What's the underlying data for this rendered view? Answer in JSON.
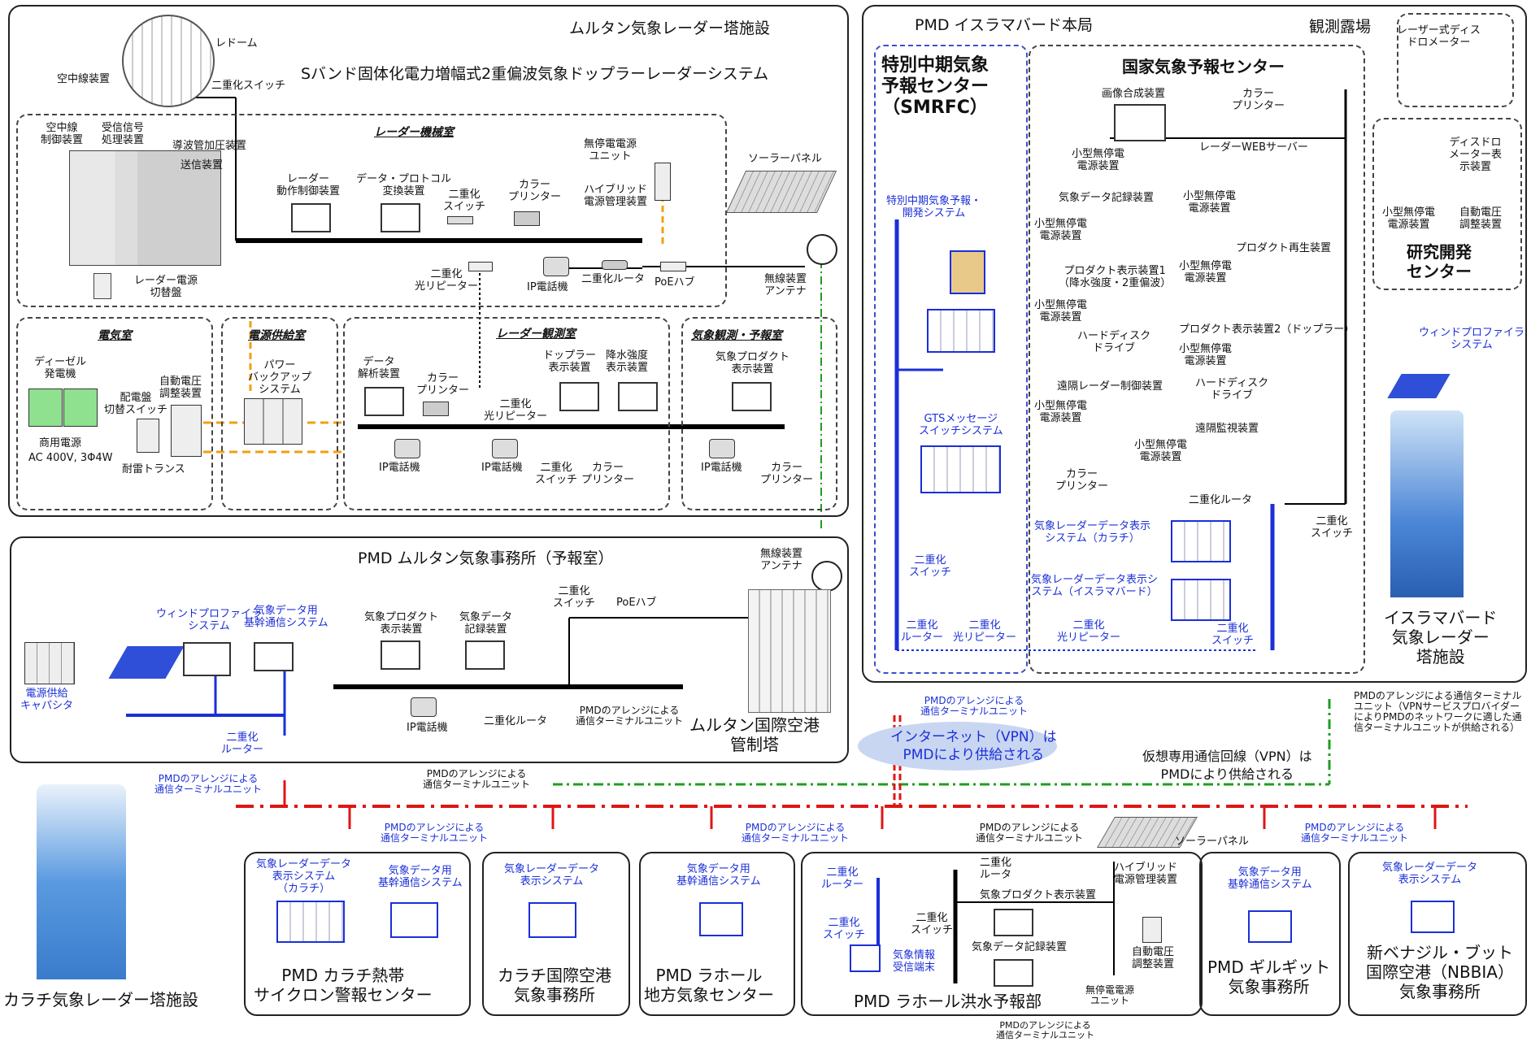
{
  "multan_facility": {
    "title": "ムルタン気象レーダー塔施設",
    "subtitle": "Sバンド固体化電力増幅式2重偏波気象ドップラーレーダーシステム",
    "radome": "レドーム",
    "antenna_device": "空中線装置",
    "dual_switch_top": "二重化スイッチ",
    "antenna_control": "空中線\n制御装置",
    "rx_signal": "受信信号\n処理装置",
    "waveguide": "導波管加圧装置",
    "transmitter": "送信装置",
    "radar_power_switch": "レーダー電源\n切替盤",
    "radar_room": "レーダー機械室",
    "radar_ctrl": "レーダー\n動作制御装置",
    "data_protocol": "データ・プロトコル\n変換装置",
    "dual_switch": "二重化\nスイッチ",
    "color_printer": "カラー\nプリンター",
    "ups_unit": "無停電電源\nユニット",
    "hybrid_power": "ハイブリッド\n電源管理装置",
    "solar_panel": "ソーラーパネル",
    "optical_repeater": "二重化\n光リピーター",
    "ip_phone": "IP電話機",
    "dual_router": "二重化ルータ",
    "poe_hub": "PoEハブ",
    "radio_antenna": "無線装置\nアンテナ",
    "elec_room": "電気室",
    "diesel": "ディーゼル\n発電機",
    "switchboard": "配電盤\n切替スイッチ",
    "avr": "自動電圧\n調整装置",
    "commercial_power": "商用電源",
    "ac_spec": "AC 400V, 3Φ4W",
    "lightning_trans": "耐雷トランス",
    "power_room": "電源供給室",
    "power_backup": "パワー\nバックアップ\nシステム",
    "obs_room": "レーダー観測室",
    "data_analysis": "データ\n解析装置",
    "doppler_disp": "ドップラー\n表示装置",
    "rain_disp": "降水強度\n表示装置",
    "forecast_room": "気象観測・予報室",
    "wx_product_disp": "気象プロダクト\n表示装置"
  },
  "islamabad": {
    "title": "PMD イスラマバード本局",
    "obs_field": "観測露場",
    "laser": "レーザー式ディス\nドロメーター",
    "smrfc_title": "特別中期気象\n予報センター\n（SMRFC）",
    "smrfc_system": "特別中期気象予報・\n開発システム",
    "gts_switch": "GTSメッセージ\nスイッチシステム",
    "dual_switch": "二重化\nスイッチ",
    "dual_router": "二重化\nルーター",
    "optical_repeater": "二重化\n光リピーター",
    "nwfc_title": "国家気象予報センター",
    "image_compose": "画像合成装置",
    "color_printer": "カラー\nプリンター",
    "small_ups": "小型無停電\n電源装置",
    "radar_web": "レーダーWEBサーバー",
    "wx_data_rec": "気象データ記録装置",
    "product_play": "プロダクト再生装置",
    "product_disp1": "プロダクト表示装置1\n（降水強度・2重偏波）",
    "hdd": "ハードディスク\nドライブ",
    "product_disp2": "プロダクト表示装置2（ドップラー）",
    "remote_radar": "遠隔レーダー制御装置",
    "remote_monitor": "遠隔監視装置",
    "dual_router2": "二重化ルータ",
    "radar_disp_karachi": "気象レーダーデータ表示\nシステム（カラチ）",
    "radar_disp_isb": "気象レーダーデータ表示シ\nステム（イスラマバード）",
    "disdro_disp": "ディスドロ\nメーター表\n示装置",
    "avr": "自動電圧\n調整装置",
    "rnd_title": "研究開発\nセンター",
    "wind_profiler": "ウィンドプロファイラ\nシステム",
    "tower_title": "イスラマバード\n気象レーダー\n塔施設"
  },
  "multan_office": {
    "title": "PMD ムルタン気象事務所（予報室）",
    "wind_profiler": "ウィンドプロファイラ\nシステム",
    "wx_comm": "気象データ用\n基幹通信システム",
    "power_cap": "電源供給\nキャパシタ",
    "dual_router": "二重化\nルーター",
    "wx_product_disp": "気象プロダクト\n表示装置",
    "wx_data_rec": "気象データ\n記録装置",
    "dual_switch": "二重化\nスイッチ",
    "poe_hub": "PoEハブ",
    "radio_antenna": "無線装置\nアンテナ",
    "ip_phone": "IP電話機",
    "dual_router2": "二重化ルータ",
    "airport_tower": "ムルタン国際空港\n管制塔"
  },
  "network": {
    "terminal_unit": "PMDのアレンジによる\n通信ターミナルユニット",
    "internet": "インターネット（VPN）は\nPMDにより供給される",
    "vpn": "仮想専用通信回線（VPN）は\nPMDにより供給される",
    "terminal_unit_vpn": "PMDのアレンジによる通信ターミナル\nユニット（VPNサービスプロバイダー\nによりPMDのネットワークに適した通\n信ターミナルユニットが供給される）"
  },
  "bottom": {
    "karachi_tower": "カラチ気象レーダー塔施設",
    "tcwc_sys1": "気象レーダーデータ\n表示システム\n（カラチ）",
    "tcwc_sys2": "気象データ用\n基幹通信システム",
    "tcwc": "PMD カラチ熱帯\nサイクロン警報センター",
    "kap_sys": "気象レーダーデータ\n表示システム",
    "kap": "カラチ国際空港\n気象事務所",
    "lahore_sys": "気象データ用\n基幹通信システム",
    "lahore": "PMD ラホール\n地方気象センター",
    "ffd_router": "二重化\nルーター",
    "ffd_switch": "二重化\nスイッチ",
    "ffd_terminal": "気象情報\n受信端末",
    "ffd_router2": "二重化\nルータ",
    "ffd_switch2": "二重化\nスイッチ",
    "ffd_product": "気象プロダクト表示装置",
    "ffd_rec": "気象データ記録装置",
    "ffd_hybrid": "ハイブリッド\n電源管理装置",
    "ffd_avr": "自動電圧\n調整装置",
    "ffd_ups": "無停電電源\nユニット",
    "ffd_solar": "ソーラーパネル",
    "ffd": "PMD ラホール洪水予報部",
    "gilgit_sys": "気象データ用\n基幹通信システム",
    "gilgit": "PMD ギルギット\n気象事務所",
    "nbbia_sys": "気象レーダーデータ\n表示システム",
    "nbbia": "新ベナジル・ブット\n国際空港（NBBIA）\n気象事務所"
  },
  "colors": {
    "red_line": "#e01515",
    "green_line": "#1f9e1f",
    "blue_line": "#1a2fd8",
    "orange_line": "#f0a010"
  }
}
